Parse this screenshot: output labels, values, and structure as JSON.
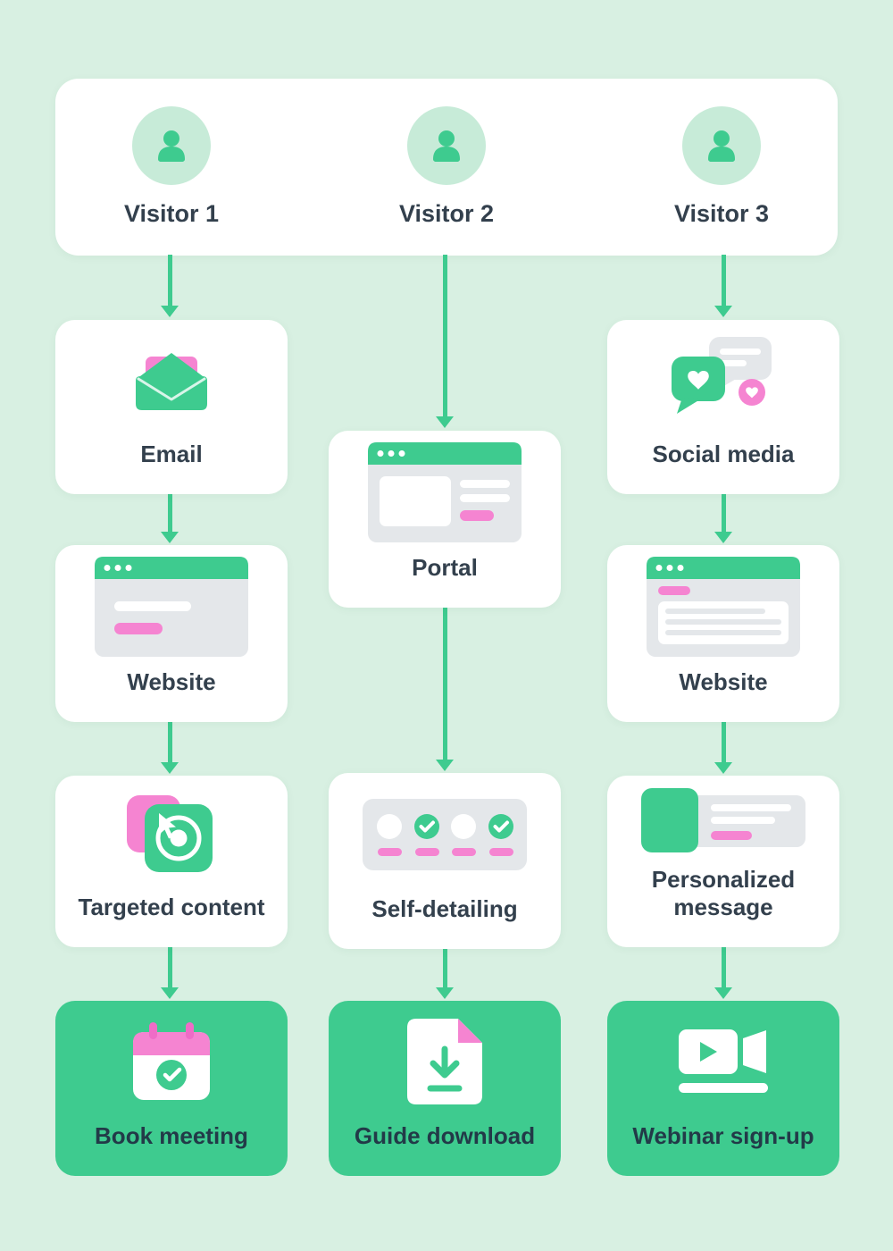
{
  "diagram": {
    "visitors": [
      {
        "label": "Visitor 1",
        "icon": "person-icon"
      },
      {
        "label": "Visitor 2",
        "icon": "person-icon"
      },
      {
        "label": "Visitor 3",
        "icon": "person-icon"
      }
    ],
    "journeys": [
      {
        "steps": [
          {
            "label": "Email",
            "icon": "email-icon"
          },
          {
            "label": "Website",
            "icon": "browser-window-icon"
          },
          {
            "label": "Targeted content",
            "icon": "target-click-icon"
          }
        ],
        "cta": {
          "label": "Book meeting",
          "icon": "calendar-check-icon"
        }
      },
      {
        "steps": [
          {
            "label": "Portal",
            "icon": "browser-window-icon"
          },
          {
            "label": "Self-detailing",
            "icon": "checklist-icon"
          }
        ],
        "cta": {
          "label": "Guide download",
          "icon": "document-download-icon"
        }
      },
      {
        "steps": [
          {
            "label": "Social media",
            "icon": "chat-bubbles-heart-icon"
          },
          {
            "label": "Website",
            "icon": "browser-window-icon"
          },
          {
            "label": "Personalized message",
            "icon": "message-card-icon"
          }
        ],
        "cta": {
          "label": "Webinar sign-up",
          "icon": "video-camera-icon"
        }
      }
    ],
    "colors": {
      "background": "#d8f0e2",
      "card": "#ffffff",
      "accent_green": "#3ecb8f",
      "accent_pink": "#f584d1",
      "avatar_bg": "#c7ebd8",
      "icon_gray": "#e4e7ea",
      "text": "#33404d"
    }
  }
}
